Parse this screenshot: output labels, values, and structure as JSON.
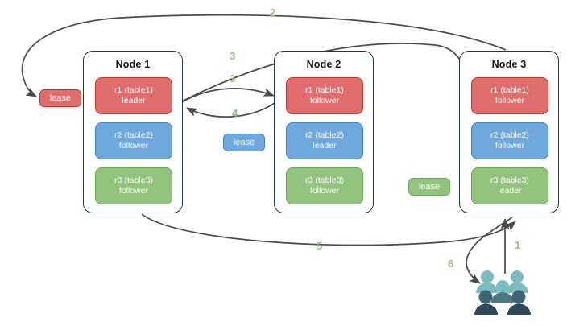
{
  "diagram": {
    "title": "Raft multi-replica lease diagram",
    "colors": {
      "red": "#e06c6c",
      "red_border": "#c0392b",
      "blue": "#6fa8dc",
      "blue_border": "#3d85c6",
      "green": "#93c47d",
      "green_border": "#6aa84f",
      "node_border": "#21374f",
      "arrow": "#4a4a4a",
      "step_label": "#93c47d",
      "people_light": "#7cbcbd",
      "people_dark": "#2f4858"
    }
  },
  "nodes": [
    {
      "id": "node1",
      "title": "Node 1",
      "replicas": [
        {
          "name": "r1 (table1)",
          "role": "leader",
          "color": "red"
        },
        {
          "name": "r2 (table2)",
          "role": "follower",
          "color": "blue"
        },
        {
          "name": "r3 (table3)",
          "role": "follower",
          "color": "green"
        }
      ]
    },
    {
      "id": "node2",
      "title": "Node 2",
      "replicas": [
        {
          "name": "r1 (table1)",
          "role": "follower",
          "color": "red"
        },
        {
          "name": "r2 (table2)",
          "role": "leader",
          "color": "blue"
        },
        {
          "name": "r3 (table3)",
          "role": "follower",
          "color": "green"
        }
      ]
    },
    {
      "id": "node3",
      "title": "Node 3",
      "replicas": [
        {
          "name": "r1 (table1)",
          "role": "follower",
          "color": "red"
        },
        {
          "name": "r2 (table2)",
          "role": "follower",
          "color": "blue"
        },
        {
          "name": "r3 (table3)",
          "role": "leader",
          "color": "green"
        }
      ]
    }
  ],
  "leases": [
    {
      "id": "lease-red",
      "label": "lease",
      "color": "red"
    },
    {
      "id": "lease-blue",
      "label": "lease",
      "color": "blue"
    },
    {
      "id": "lease-green",
      "label": "lease",
      "color": "green"
    }
  ],
  "steps": [
    {
      "id": "step-1",
      "label": "1"
    },
    {
      "id": "step-2",
      "label": "2"
    },
    {
      "id": "step-3a",
      "label": "3"
    },
    {
      "id": "step-3b",
      "label": "3"
    },
    {
      "id": "step-4",
      "label": "4"
    },
    {
      "id": "step-5",
      "label": "5"
    },
    {
      "id": "step-6",
      "label": "6"
    }
  ],
  "actor": {
    "id": "client-users",
    "label": "users-group-icon"
  }
}
